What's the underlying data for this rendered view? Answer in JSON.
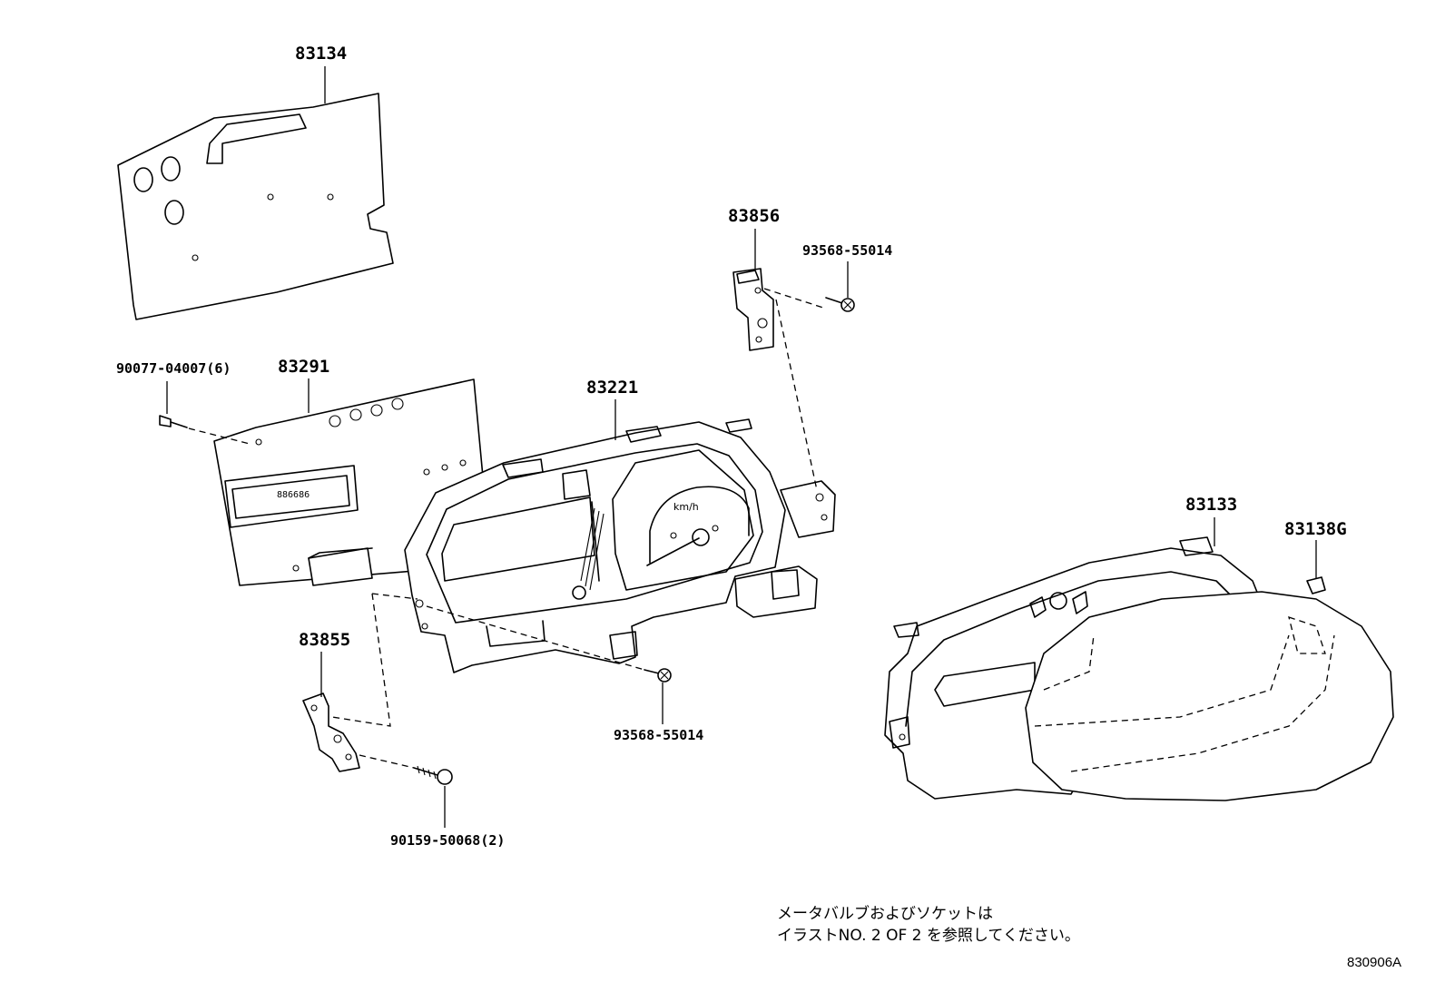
{
  "diagram": {
    "parts": {
      "p83134": "83134",
      "p83856": "83856",
      "p93568_top": "93568-55014",
      "p90077": "90077-04007(6)",
      "p83291": "83291",
      "p83221": "83221",
      "p83133": "83133",
      "p83138g": "83138G",
      "p83855": "83855",
      "p93568_bottom": "93568-55014",
      "p90159": "90159-50068(2)"
    },
    "gauge_unit": "km/h",
    "odometer_digits": "886686",
    "note_line1": "メータバルブおよびソケットは",
    "note_line2": "イラストNO. 2  OF  2  を参照してください。",
    "diagram_code": "830906A"
  }
}
